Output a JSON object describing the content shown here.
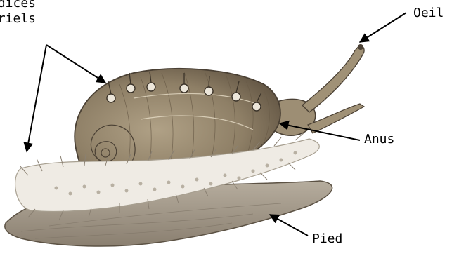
{
  "labels": {
    "appendices_line1": "ndices",
    "appendices_line2": "oriels",
    "oeil": "Oeil",
    "anus": "Anus",
    "pied": "Pied"
  },
  "illustration": {
    "subject": "snail-with-sensory-appendices",
    "colors": {
      "shell": "#9a8a70",
      "shell_dark": "#6a5c48",
      "foot": "#a39888",
      "fringe": "#f1eee8",
      "fringe_shadow": "#b8b0a2",
      "outline": "#4a4034",
      "arrow": "#000000"
    }
  }
}
